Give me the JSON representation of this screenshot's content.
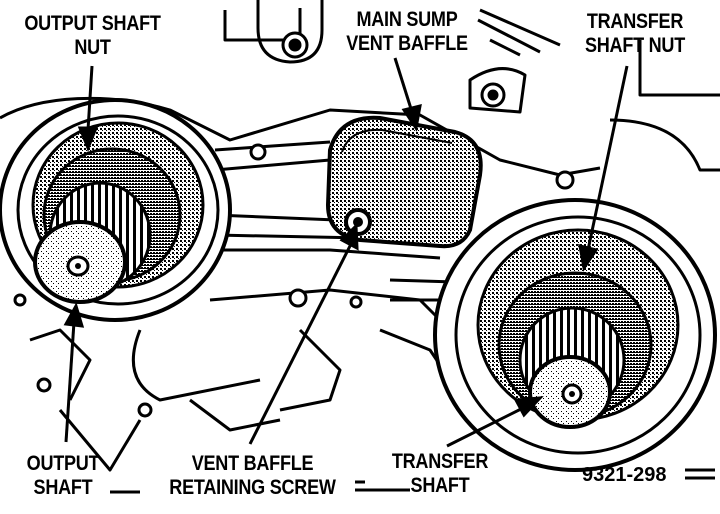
{
  "callouts": {
    "output_shaft_nut": [
      "OUTPUT SHAFT",
      "NUT"
    ],
    "main_sump_vent_baffle": [
      "MAIN SUMP",
      "VENT BAFFLE"
    ],
    "transfer_shaft_nut": [
      "TRANSFER",
      "SHAFT NUT"
    ],
    "output_shaft": [
      "OUTPUT",
      "SHAFT"
    ],
    "vent_baffle_retaining_screw": [
      "VENT BAFFLE",
      "RETAINING SCREW"
    ],
    "transfer_shaft": [
      "TRANSFER",
      "SHAFT"
    ]
  },
  "figure_number": "9321-298"
}
